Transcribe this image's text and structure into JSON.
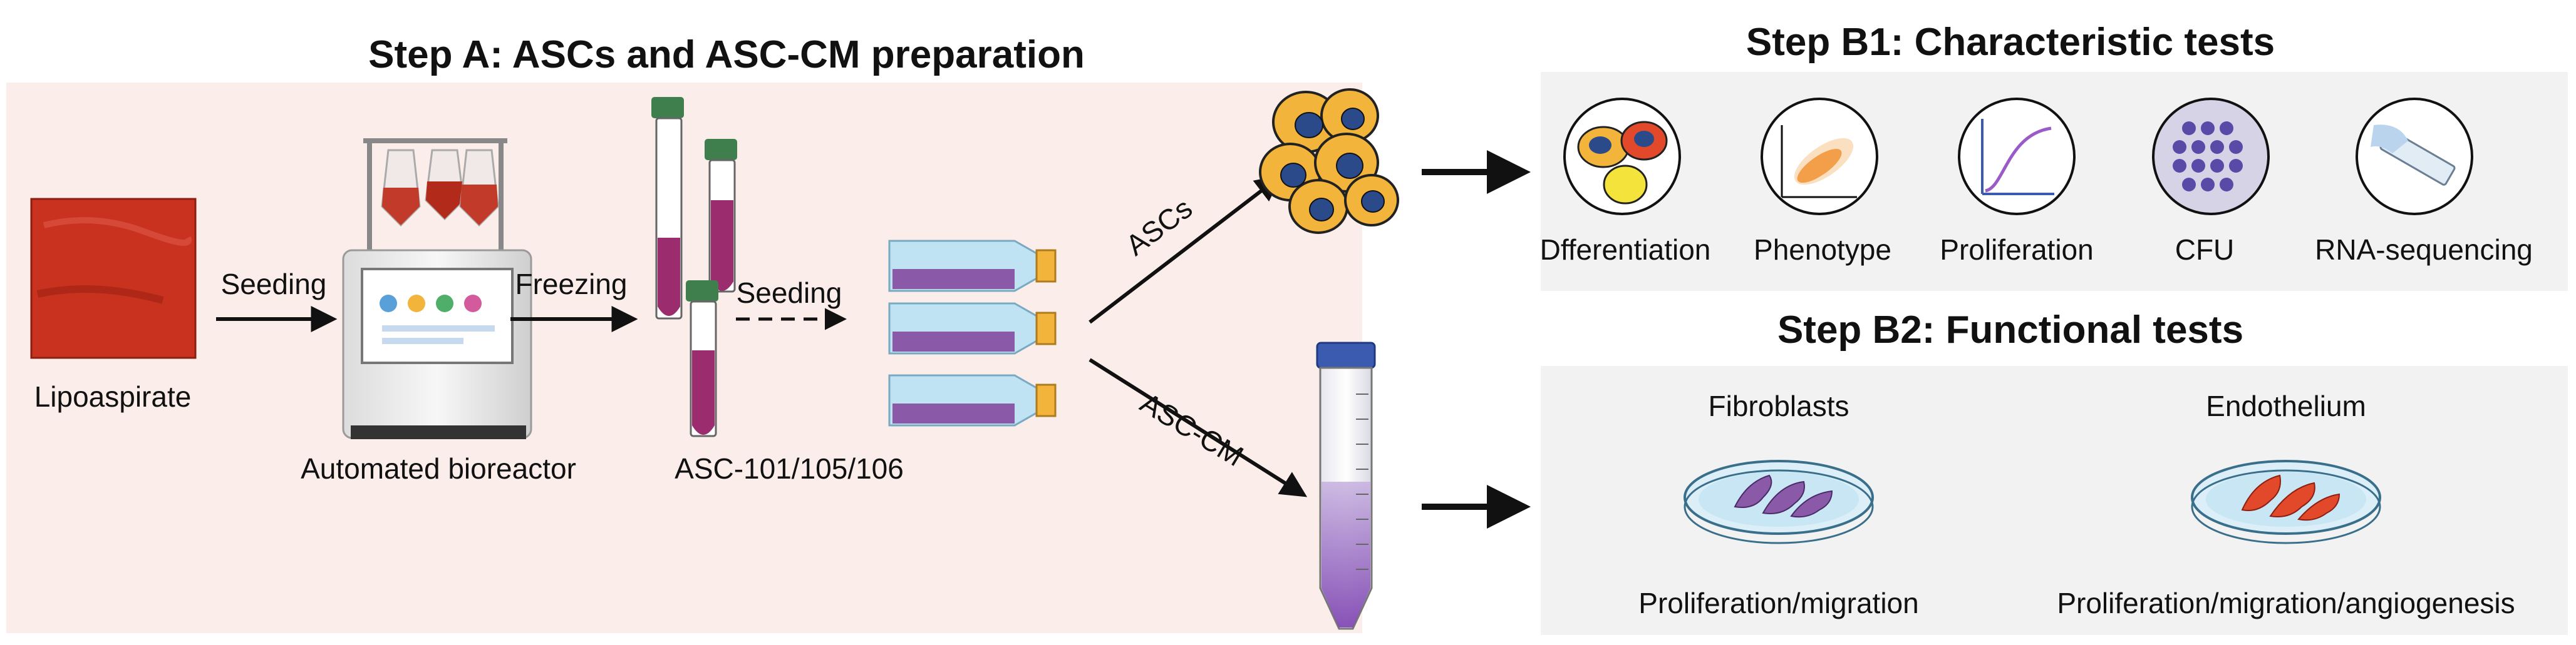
{
  "step_a": {
    "title": "Step A: ASCs and ASC-CM preparation",
    "labels": {
      "lipoaspirate": "Lipoaspirate",
      "bioreactor": "Automated bioreactor",
      "cell_lines": "ASC-101/105/106"
    },
    "arrows": {
      "seeding_1": "Seeding",
      "freezing": "Freezing",
      "seeding_2": "Seeding",
      "ascs": "ASCs",
      "asc_cm": "ASC-CM"
    }
  },
  "step_b1": {
    "title": "Step B1:  Characteristic tests",
    "items": [
      "Dfferentiation",
      "Phenotype",
      "Proliferation",
      "CFU",
      "RNA-sequencing"
    ]
  },
  "step_b2": {
    "title": "Step B2:  Functional tests",
    "panels": [
      {
        "top_label": "Fibroblasts",
        "bottom_label": "Proliferation/migration"
      },
      {
        "top_label": "Endothelium",
        "bottom_label": "Proliferation/migration/angiogenesis"
      }
    ]
  },
  "colors": {
    "panel_a_bg": "#fbeeea",
    "panel_b_bg": "#f2f2f3",
    "lipo_red": "#c8321e",
    "tube_purple": "#9b2d6e",
    "cap_green": "#3f7f4e",
    "flask_blue": "#bfe3f2",
    "medium_purple": "#8a5aa8",
    "cell_orange": "#f2b43a",
    "nucleus_blue": "#2b4a8a",
    "endo_red": "#e2492a"
  }
}
